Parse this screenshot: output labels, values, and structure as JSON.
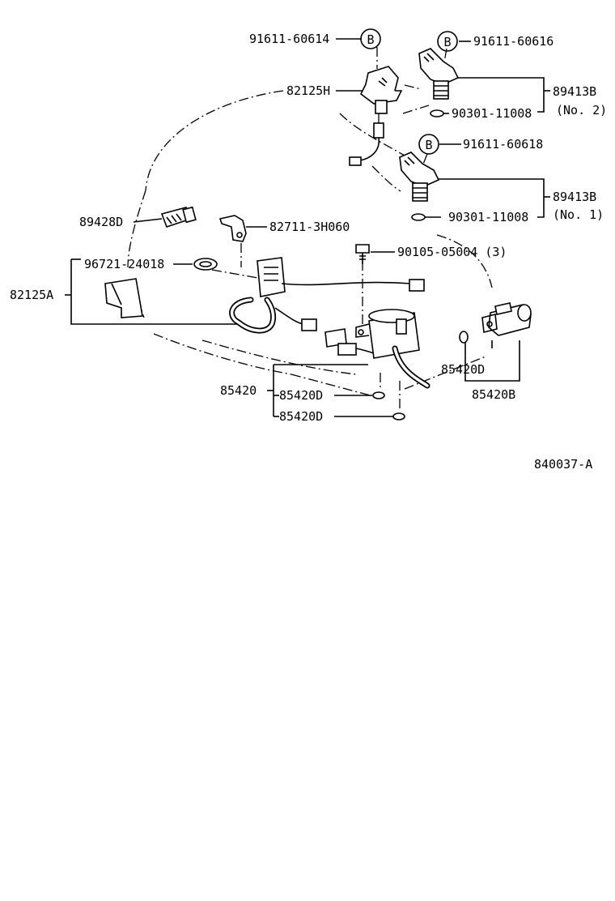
{
  "diagram_id": "840037-A",
  "circle_marker": "B",
  "labels": {
    "l_91611_60614": "91611-60614",
    "l_91611_60616": "91611-60616",
    "l_82125H": "82125H",
    "l_89413B_a": "89413B",
    "l_no2": "(No. 2)",
    "l_90301_a": "90301-11008",
    "l_91611_60618": "91611-60618",
    "l_89413B_b": "89413B",
    "l_no1": "(No. 1)",
    "l_90301_b": "90301-11008",
    "l_89428D": "89428D",
    "l_82711": "82711-3H060",
    "l_90105": "90105-05004 (3)",
    "l_96721": "96721-24018",
    "l_82125A": "82125A",
    "l_85420D_right": "85420D",
    "l_85420B": "85420B",
    "l_85420": "85420",
    "l_85420D_a": "85420D",
    "l_85420D_b": "85420D"
  }
}
